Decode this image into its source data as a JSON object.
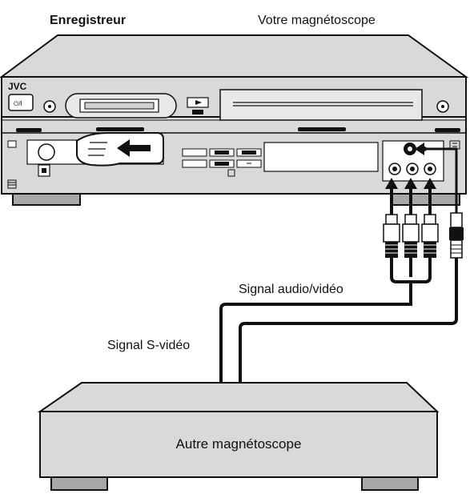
{
  "labels": {
    "recorder": "Enregistreur",
    "your_vcr": "Votre magnétoscope",
    "brand": "JVC",
    "power_symbol": "⏻/I",
    "av_signal": "Signal audio/vidéo",
    "svideo_signal": "Signal S-vidéo",
    "other_vcr": "Autre magnétoscope"
  },
  "colors": {
    "device_fill": "#d9d9d9",
    "device_dark": "#a8a8a8",
    "outline": "#111111",
    "background": "#ffffff"
  }
}
